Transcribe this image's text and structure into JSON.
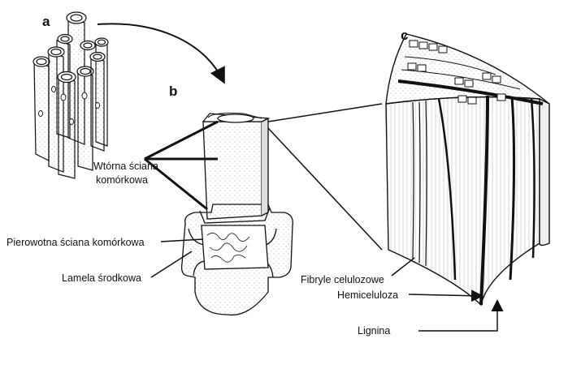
{
  "panels": {
    "a": "a",
    "b": "b",
    "c": "c"
  },
  "labels": {
    "secondary_wall_line1": "Wtórna ściana",
    "secondary_wall_line2": "komórkowa",
    "primary_wall": "Pierowotna ściana komórkowa",
    "middle_lamella": "Lamela środkowa",
    "cellulose_fibrils": "Fibryle celulozowe",
    "hemicellulose": "Hemiceluloza",
    "lignin": "Lignina"
  }
}
